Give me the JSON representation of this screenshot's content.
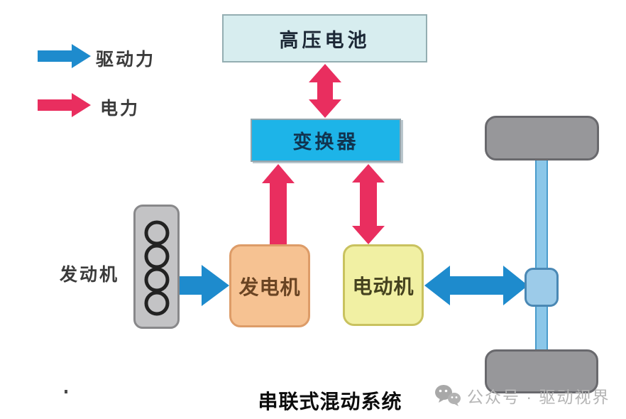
{
  "colors": {
    "drive": "#1e8bcd",
    "power": "#e92e5f",
    "battery_fill": "#d7edef",
    "battery_border": "#94aeb2",
    "converter_fill": "#1db4e8",
    "converter_border": "#93a5ad",
    "generator_fill": "#f6c292",
    "generator_border": "#dd9c68",
    "motor_fill": "#f1f0a3",
    "motor_border": "#c9c25f",
    "engine_fill": "#c3c3c5",
    "engine_border": "#88888a",
    "ring_stroke": "#222222",
    "wheel_fill": "#97979a",
    "wheel_border": "#69696d",
    "shaft_fill": "#8bc7e9",
    "shaft_border": "#4a9ccc",
    "diff_fill": "#9ccbe9",
    "diff_border": "#4a88b4",
    "watermark_gray": "#a8a8a8"
  },
  "legend": {
    "items": [
      {
        "label": "驱动力",
        "meaning": "drive force",
        "color_key": "drive"
      },
      {
        "label": "电力",
        "meaning": "electric power",
        "color_key": "power"
      }
    ]
  },
  "nodes": {
    "battery": {
      "label": "高压电池"
    },
    "converter": {
      "label": "变换器"
    },
    "generator": {
      "label": "发电机"
    },
    "motor": {
      "label": "电动机"
    },
    "engine": {
      "label": "发动机"
    }
  },
  "connections": [
    {
      "from": "battery",
      "to": "converter",
      "type": "power",
      "direction": "both"
    },
    {
      "from": "generator",
      "to": "converter",
      "type": "power",
      "direction": "one-way"
    },
    {
      "from": "converter",
      "to": "motor",
      "type": "power",
      "direction": "both"
    },
    {
      "from": "engine",
      "to": "generator",
      "type": "drive",
      "direction": "one-way"
    },
    {
      "from": "motor",
      "to": "axle",
      "type": "drive",
      "direction": "both"
    }
  ],
  "caption": "串联式混动系统",
  "watermark": {
    "icon": "wechat-icon",
    "text": "公众号 · 驱动视界"
  }
}
